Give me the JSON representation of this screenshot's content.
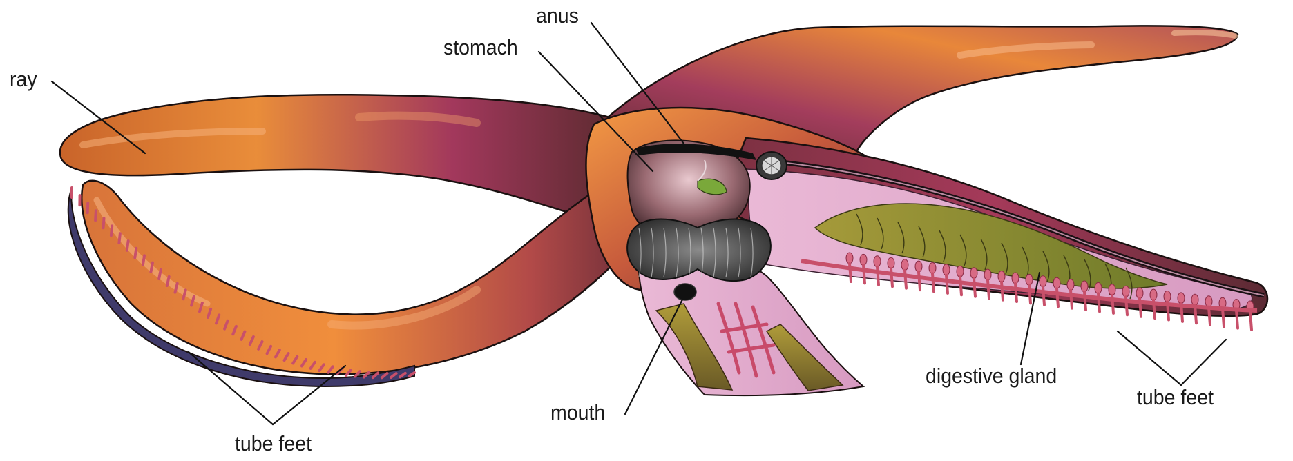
{
  "labels": {
    "ray": "ray",
    "anus": "anus",
    "stomach": "stomach",
    "mouth": "mouth",
    "digestive_gland": "digestive gland",
    "tube_feet_left": "tube feet",
    "tube_feet_right": "tube feet"
  },
  "colors": {
    "body_orange": "#e07a2e",
    "body_dark": "#5a2a2a",
    "body_magenta": "#a8345a",
    "interior_pink": "#e7b6d2",
    "tube_feet_pink": "#d8607a",
    "gland_olive": "#8a8a2a",
    "leader_line": "#111111"
  }
}
